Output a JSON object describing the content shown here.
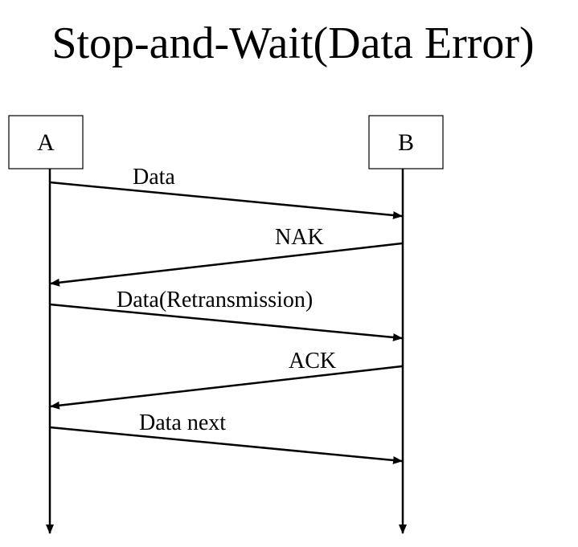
{
  "title": "Stop-and-Wait(Data Error)",
  "entities": {
    "a": "A",
    "b": "B"
  },
  "messages": [
    {
      "label": "Data",
      "from": "A",
      "to": "B"
    },
    {
      "label": "NAK",
      "from": "B",
      "to": "A"
    },
    {
      "label": "Data(Retransmission)",
      "from": "A",
      "to": "B"
    },
    {
      "label": "ACK",
      "from": "B",
      "to": "A"
    },
    {
      "label": "Data next",
      "from": "A",
      "to": "B"
    }
  ]
}
